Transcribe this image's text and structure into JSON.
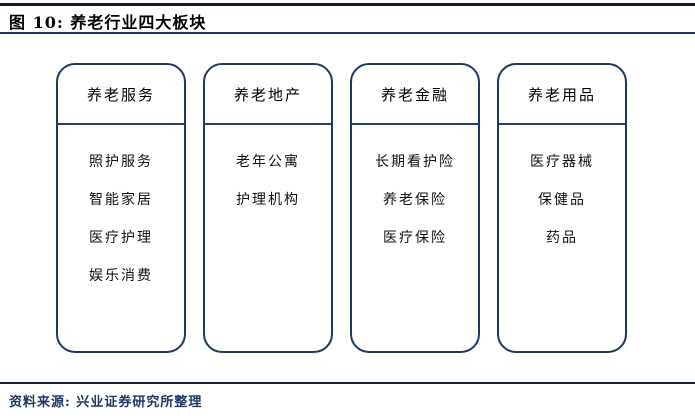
{
  "figure": {
    "title": "图 10: 养老行业四大板块",
    "source": "资料来源: 兴业证券研究所整理"
  },
  "colors": {
    "box_border": "#1f3864",
    "rule_dark": "#121a33",
    "title_text": "#000000",
    "source_text": "#1f3864"
  },
  "columns": [
    {
      "header": "养老服务",
      "items": [
        "照护服务",
        "智能家居",
        "医疗护理",
        "娱乐消费"
      ]
    },
    {
      "header": "养老地产",
      "items": [
        "老年公寓",
        "护理机构"
      ]
    },
    {
      "header": "养老金融",
      "items": [
        "长期看护险",
        "养老保险",
        "医疗保险"
      ]
    },
    {
      "header": "养老用品",
      "items": [
        "医疗器械",
        "保健品",
        "药品"
      ]
    }
  ]
}
